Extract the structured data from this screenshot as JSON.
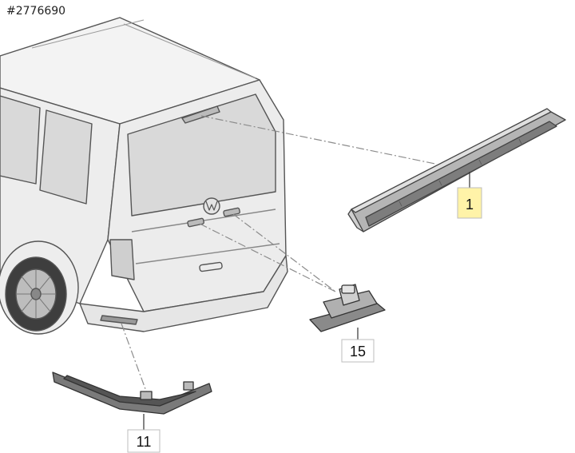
{
  "diagram_id": "#2776690",
  "colors": {
    "outline": "#555555",
    "body_fill": "#ededed",
    "glass_fill": "#d9d9d9",
    "part_fill": "#9a9a9a",
    "part_dark": "#6e6e6e",
    "leader": "#8c8c8c",
    "callout_highlight": "#fff3a8",
    "callout_border": "#bdbdbd"
  },
  "callouts": [
    {
      "id": "1",
      "label": "1",
      "highlighted": true
    },
    {
      "id": "15",
      "label": "15",
      "highlighted": false
    },
    {
      "id": "11",
      "label": "11",
      "highlighted": false
    }
  ],
  "icons": {
    "vehicle": "van-rear-view",
    "part_1": "third-brake-light-bar",
    "part_15": "license-plate-lamp",
    "part_11": "rear-bumper-reflector-strip"
  }
}
